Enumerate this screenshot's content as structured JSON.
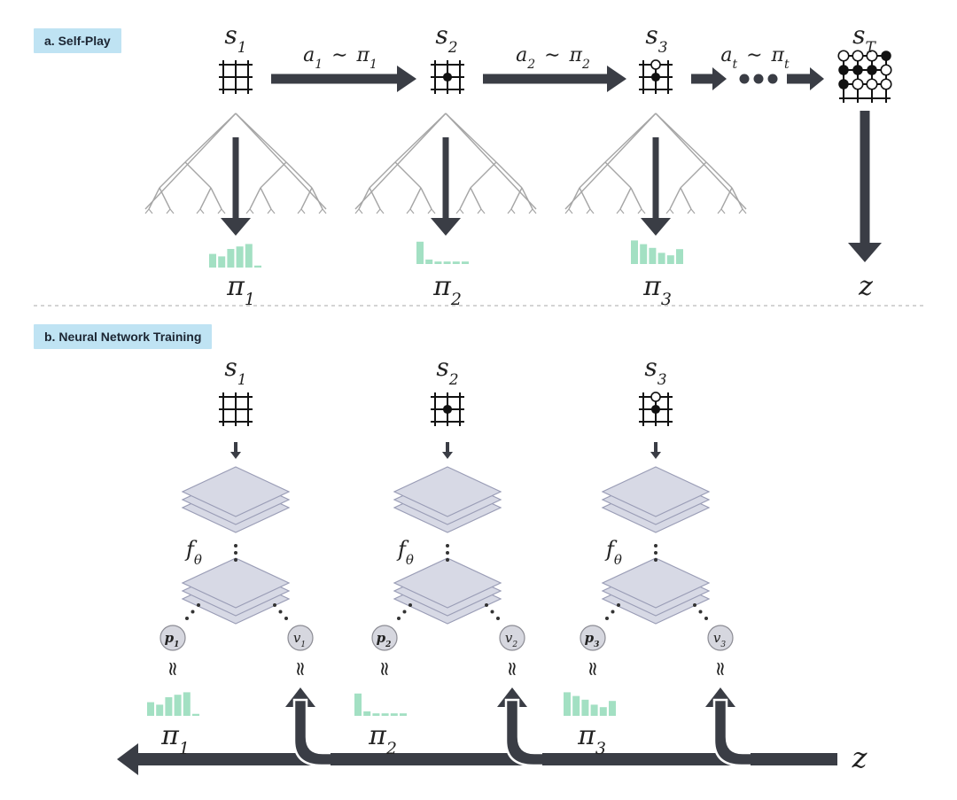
{
  "colors": {
    "arrow": "#3a3d45",
    "tree": "#a6a6a6",
    "histogram": "#a3e0c3",
    "layer_fill": "#d7d9e5",
    "layer_stroke": "#9a9db6",
    "node_fill": "#d6d7df",
    "node_stroke": "#8c8c94",
    "tag_bg": "#bfe3f3",
    "divider": "#bbbbbb"
  },
  "sections": {
    "self_play": {
      "tag": "a. Self-Play"
    },
    "training": {
      "tag": "b. Neural Network Training"
    }
  },
  "self_play": {
    "states": [
      {
        "base": "s",
        "sub": "1",
        "stones": []
      },
      {
        "base": "s",
        "sub": "2",
        "stones": [
          {
            "r": 1,
            "c": 1,
            "color": "black"
          }
        ]
      },
      {
        "base": "s",
        "sub": "3",
        "stones": [
          {
            "r": 0,
            "c": 1,
            "color": "white"
          },
          {
            "r": 1,
            "c": 1,
            "color": "black"
          }
        ]
      },
      {
        "base": "s",
        "sub": "T",
        "stones": [
          {
            "r": 0,
            "c": 0,
            "color": "white"
          },
          {
            "r": 0,
            "c": 1,
            "color": "white"
          },
          {
            "r": 0,
            "c": 2,
            "color": "white"
          },
          {
            "r": 0,
            "c": 3,
            "color": "black"
          },
          {
            "r": 1,
            "c": 0,
            "color": "black"
          },
          {
            "r": 1,
            "c": 1,
            "color": "black"
          },
          {
            "r": 1,
            "c": 2,
            "color": "black"
          },
          {
            "r": 1,
            "c": 3,
            "color": "white"
          },
          {
            "r": 2,
            "c": 0,
            "color": "black"
          },
          {
            "r": 2,
            "c": 1,
            "color": "white"
          },
          {
            "r": 2,
            "c": 2,
            "color": "white"
          },
          {
            "r": 2,
            "c": 3,
            "color": "white"
          }
        ]
      }
    ],
    "actions": [
      {
        "a": "a",
        "a_sub": "1",
        "p": "π",
        "p_sub": "1"
      },
      {
        "a": "a",
        "a_sub": "2",
        "p": "π",
        "p_sub": "2"
      },
      {
        "a": "a",
        "a_sub": "t",
        "p": "π",
        "p_sub": "t"
      }
    ],
    "policies": [
      {
        "base": "π",
        "sub": "1",
        "histogram": [
          0.55,
          0.45,
          0.75,
          0.85,
          0.95,
          0.08
        ]
      },
      {
        "base": "π",
        "sub": "2",
        "histogram": [
          0.9,
          0.18,
          0.1,
          0.1,
          0.1,
          0.1
        ]
      },
      {
        "base": "π",
        "sub": "3",
        "histogram": [
          0.95,
          0.8,
          0.65,
          0.45,
          0.35,
          0.6
        ]
      }
    ],
    "outcome": "z"
  },
  "training": {
    "columns": [
      {
        "state": {
          "base": "s",
          "sub": "1"
        },
        "stones": [],
        "f": "f",
        "f_sub": "θ",
        "p": "p",
        "p_sub": "1",
        "v": "v",
        "v_sub": "1",
        "approx": "≈",
        "pi": {
          "base": "π",
          "sub": "1"
        },
        "histogram": [
          0.55,
          0.45,
          0.75,
          0.85,
          0.95,
          0.08
        ]
      },
      {
        "state": {
          "base": "s",
          "sub": "2"
        },
        "stones": [
          {
            "r": 1,
            "c": 1,
            "color": "black"
          }
        ],
        "f": "f",
        "f_sub": "θ",
        "p": "p",
        "p_sub": "2",
        "v": "v",
        "v_sub": "2",
        "approx": "≈",
        "pi": {
          "base": "π",
          "sub": "2"
        },
        "histogram": [
          0.9,
          0.18,
          0.1,
          0.1,
          0.1,
          0.1
        ]
      },
      {
        "state": {
          "base": "s",
          "sub": "3"
        },
        "stones": [
          {
            "r": 0,
            "c": 1,
            "color": "white"
          },
          {
            "r": 1,
            "c": 1,
            "color": "black"
          }
        ],
        "f": "f",
        "f_sub": "θ",
        "p": "p",
        "p_sub": "3",
        "v": "v",
        "v_sub": "3",
        "approx": "≈",
        "pi": {
          "base": "π",
          "sub": "3"
        },
        "histogram": [
          0.95,
          0.8,
          0.65,
          0.45,
          0.35,
          0.6
        ]
      }
    ],
    "outcome": "z"
  }
}
